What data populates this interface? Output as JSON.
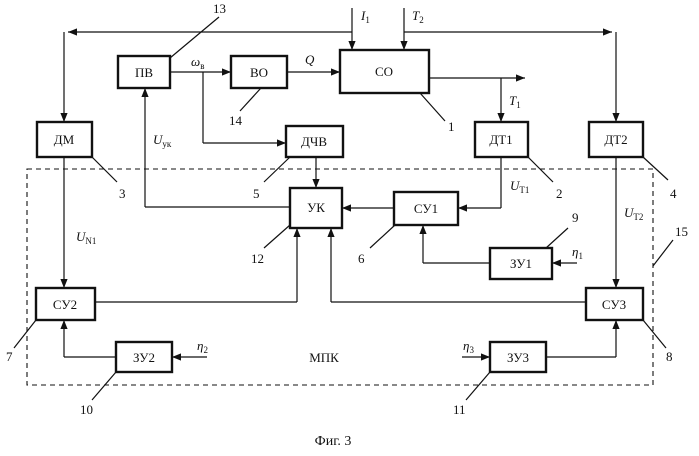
{
  "blocks": {
    "pv": "ПВ",
    "vo": "ВО",
    "so": "СО",
    "dm": "ДМ",
    "dchv": "ДЧВ",
    "dt1": "ДТ1",
    "dt2": "ДТ2",
    "uk": "УК",
    "su1": "СУ1",
    "su2": "СУ2",
    "su3": "СУ3",
    "zu1": "ЗУ1",
    "zu2": "ЗУ2",
    "zu3": "ЗУ3"
  },
  "region_label": "МПК",
  "numbers": [
    "1",
    "2",
    "3",
    "4",
    "5",
    "6",
    "7",
    "8",
    "9",
    "10",
    "11",
    "12",
    "13",
    "14",
    "15"
  ],
  "signals": {
    "i1": {
      "base": "I",
      "sub": "1"
    },
    "t2": {
      "base": "T",
      "sub": "2"
    },
    "t1": {
      "base": "T",
      "sub": "1"
    },
    "omega": {
      "base": "ω",
      "sub": "в"
    },
    "q": {
      "base": "Q",
      "sub": ""
    },
    "u_uk": {
      "base": "U",
      "sub": "ук"
    },
    "u_n1": {
      "base": "U",
      "sub": "N1"
    },
    "u_t1": {
      "base": "U",
      "sub": "T1"
    },
    "u_t2": {
      "base": "U",
      "sub": "T2"
    },
    "eta1": {
      "base": "η",
      "sub": "1"
    },
    "eta2": {
      "base": "η",
      "sub": "2"
    },
    "eta3": {
      "base": "η",
      "sub": "3"
    }
  },
  "caption": "Фиг. 3"
}
